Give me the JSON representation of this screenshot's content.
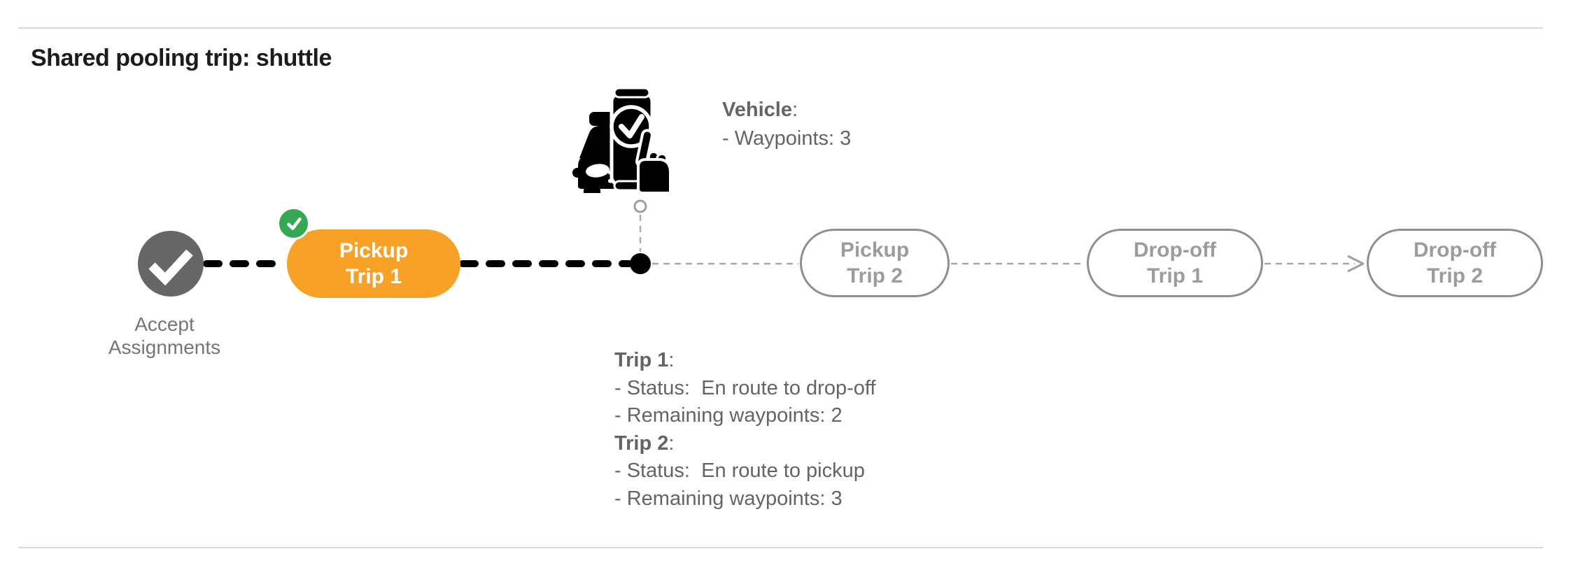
{
  "title": "Shared pooling trip: shuttle",
  "colors": {
    "accent-orange": "#F7A127",
    "accent-green": "#34A853",
    "node-gray": "#666666",
    "pill-border-gray": "#8F8F8F",
    "pill-text-gray": "#9C9C9C",
    "label-gray": "#757575",
    "info-gray": "#646464",
    "connector-black": "#000000",
    "connector-gray": "#A6A6A6",
    "divider-gray": "#D8D8D8"
  },
  "nodes": {
    "accept": {
      "line1": "Accept",
      "line2": "Assignments",
      "state": "completed"
    },
    "pickup1": {
      "line1": "Pickup",
      "line2": "Trip 1",
      "state": "completed"
    },
    "pickup2": {
      "line1": "Pickup",
      "line2": "Trip 2",
      "state": "pending"
    },
    "dropoff1": {
      "line1": "Drop-off",
      "line2": "Trip 1",
      "state": "pending"
    },
    "dropoff2": {
      "line1": "Drop-off",
      "line2": "Trip 2",
      "state": "pending"
    }
  },
  "vehicle_info": {
    "label": "Vehicle",
    "suffix": ":",
    "lines": [
      "- Waypoints: 3"
    ]
  },
  "trip_info": [
    {
      "label": "Trip 1",
      "suffix": ":",
      "lines": [
        "- Status:  En route to drop-off",
        "- Remaining waypoints: 2"
      ]
    },
    {
      "label": "Trip 2",
      "suffix": ":",
      "lines": [
        "- Status:  En route to pickup",
        "- Remaining waypoints: 3"
      ]
    }
  ],
  "icons": {
    "vehicle": "taxi-phone-check-icon",
    "accept_check": "check-icon",
    "completed_badge": "check-badge-icon",
    "vehicle_position": "current-position-dot",
    "next_arrow": "arrow-right-icon"
  }
}
